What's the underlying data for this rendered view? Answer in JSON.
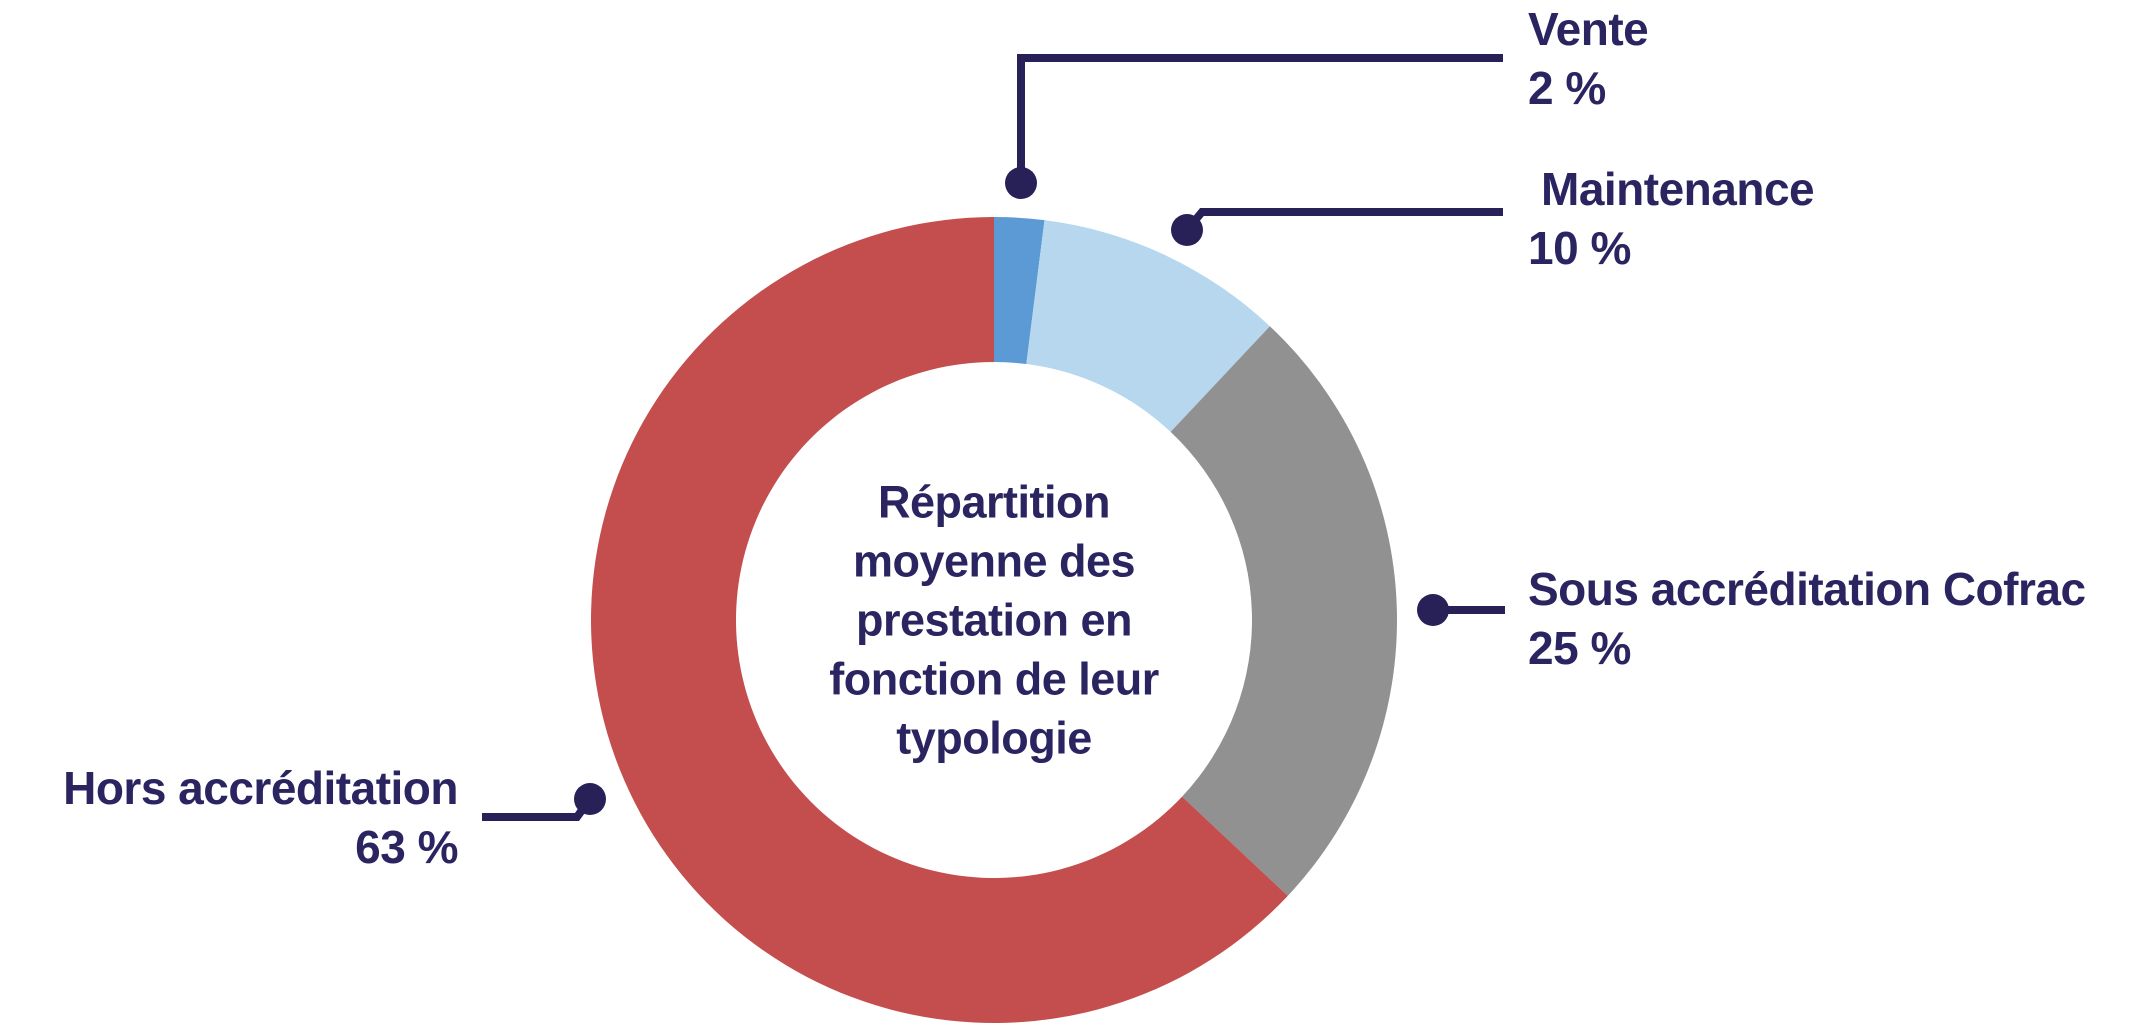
{
  "chart_data": {
    "type": "pie",
    "variant": "donut",
    "title": "Répartition moyenne des prestation en fonction de leur typologie",
    "title_lines": [
      "Répartition",
      "moyenne des",
      "prestation en",
      "fonction de leur",
      "typologie"
    ],
    "segments": [
      {
        "label": "Vente",
        "value": 2,
        "value_label": "2 %",
        "color": "#5b9ad5"
      },
      {
        "label": "Maintenance",
        "value": 10,
        "value_label": "10 %",
        "color": "#b7d7ee"
      },
      {
        "label": "Sous accréditation Cofrac",
        "value": 25,
        "value_label": "25 %",
        "color": "#919191"
      },
      {
        "label": "Hors accréditation",
        "value": 63,
        "value_label": "63 %",
        "color": "#c44e4e"
      }
    ],
    "start_angle_deg": 0,
    "direction": "clockwise",
    "inner_radius_ratio": 0.64,
    "legend_position": "callout-labels",
    "grid": false,
    "leader_color": "#272157",
    "text_color": "#2a2560",
    "background_color": "#ffffff"
  }
}
